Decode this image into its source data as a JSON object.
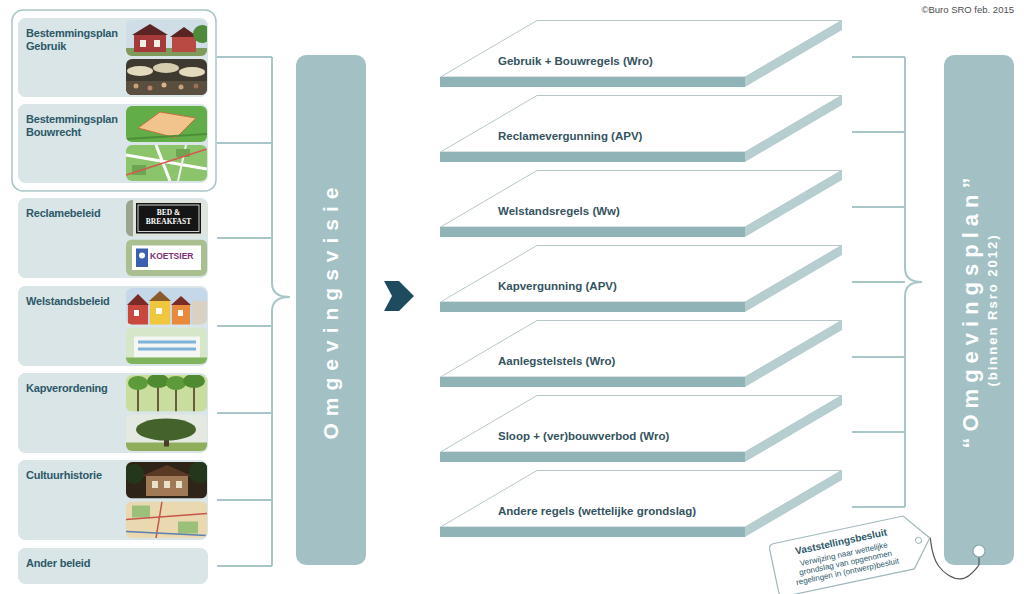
{
  "diagram": {
    "nodes": [
      {
        "text": [
          "Bestemmingsplan Gebruik"
        ]
      },
      {
        "text": [
          "Bestemmingsplan Bouwrecht"
        ]
      },
      {
        "text": [
          "Reclamebeleid"
        ]
      },
      {
        "text": [
          "Welstandsbeleid"
        ]
      },
      {
        "text": [
          "Kapverordening"
        ]
      },
      {
        "text": [
          "Cultuurhistorie"
        ]
      },
      {
        "text": [
          "Ander beleid"
        ]
      },
      {
        "text": [
          "Omgevingsvisie"
        ]
      },
      {
        "text": [
          "Gebruik + Bouwregels (Wro)"
        ]
      },
      {
        "text": [
          "Reclamevergunning (APV)"
        ]
      },
      {
        "text": [
          "Welstandsregels (Ww)"
        ]
      },
      {
        "text": [
          "Kapvergunning (APV)"
        ]
      },
      {
        "text": [
          "Aanlegstelstels (Wro)"
        ]
      },
      {
        "text": [
          "Sloop + (ver)bouwverbod (Wro)"
        ]
      },
      {
        "text": [
          "Andere regels (wettelijke grondslag)"
        ]
      },
      {
        "text": [
          "“Omgevingsplan”",
          "(binnen Rsro 2012)"
        ]
      },
      {
        "text": [
          "Vaststellingsbesluit",
          "Verwijzing naar wettelijke grondslag van opgenomen regelingen in (ontwerp)besluit"
        ]
      }
    ],
    "edges": [
      {
        "from": 16,
        "to": 15,
        "arrow": "none"
      }
    ],
    "labels": [
      "©Buro SRO feb. 2015",
      "BED & BREAKFAST",
      "KOETSIER"
    ]
  }
}
